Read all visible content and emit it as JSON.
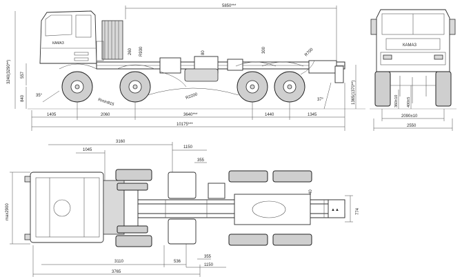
{
  "views": {
    "side": {
      "dimensions": {
        "wheelbase_total": "5850***",
        "height_total": "3240(3290**)",
        "front_height": "557",
        "ground_clearance_front": "840",
        "angle_front": "35°",
        "turn_radius_front": "Rmin815",
        "r_cab": "R930",
        "dim_260": "260",
        "dim_80": "80",
        "dim_300": "300",
        "r_rear": "R700",
        "r_mid": "R2200",
        "rear_height": "1365(1370**)",
        "angle_rear": "37°",
        "d_1405": "1405",
        "d_2060": "2060",
        "d_3640": "3640***",
        "d_1440": "1440",
        "d_1345": "1345",
        "overall_length": "10175***"
      }
    },
    "front": {
      "dimensions": {
        "d_360": "360±10",
        "d_400": "400±5",
        "track": "2090±10",
        "width": "2550"
      }
    },
    "top": {
      "dimensions": {
        "d_3160": "3160",
        "d_1045": "1045",
        "d_1150_top": "1150",
        "d_355_top": "355",
        "width_max": "max2900",
        "d_40": "40",
        "d_774": "774",
        "d_3110": "3110",
        "d_536": "536",
        "d_355_bottom": "355",
        "d_1150_bottom": "1150",
        "d_3765": "3765"
      }
    }
  }
}
